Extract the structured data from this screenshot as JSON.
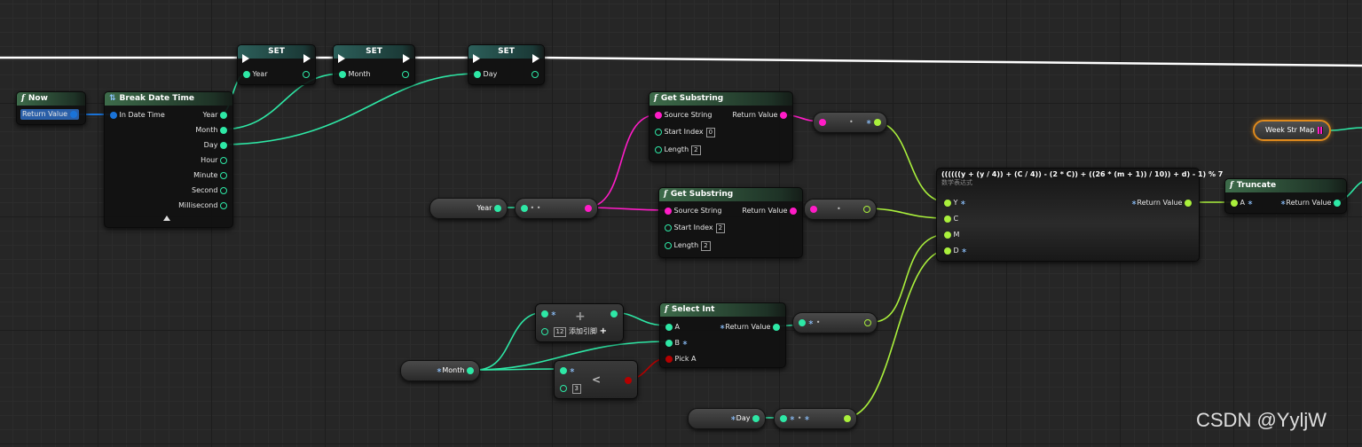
{
  "nodes": {
    "now": {
      "title": "Now",
      "return_label": "Return Value"
    },
    "break_date_time": {
      "title": "Break Date Time",
      "input": "In Date Time",
      "outputs": [
        "Year",
        "Month",
        "Day",
        "Hour",
        "Minute",
        "Second",
        "Millisecond"
      ]
    },
    "set_year": {
      "title": "SET",
      "var": "Year"
    },
    "set_month": {
      "title": "SET",
      "var": "Month"
    },
    "set_day": {
      "title": "SET",
      "var": "Day"
    },
    "get_substring_1": {
      "title": "Get Substring",
      "source": "Source String",
      "start": "Start Index",
      "start_value": "0",
      "length": "Length",
      "length_value": "2",
      "return_label": "Return Value"
    },
    "get_substring_2": {
      "title": "Get Substring",
      "source": "Source String",
      "start": "Start Index",
      "start_value": "2",
      "length": "Length",
      "length_value": "2",
      "return_label": "Return Value"
    },
    "math_expression": {
      "title": "((((((y + (y / 4)) + (C / 4)) - (2 * C)) + ((26 * (m + 1)) / 10)) + d) - 1) % 7",
      "subtitle": "数学表达式",
      "inputs": [
        "Y",
        "C",
        "M",
        "D"
      ],
      "return_label": "Return Value"
    },
    "truncate": {
      "title": "Truncate",
      "input": "A",
      "return_label": "Return Value"
    },
    "select_int": {
      "title": "Select Int",
      "inputs": [
        "A",
        "B",
        "Pick A"
      ],
      "return_label": "Return Value"
    },
    "add_node": {
      "value": "12",
      "add_pin_label": "添加引脚"
    },
    "less_node": {
      "value": "3",
      "op": "<"
    },
    "week_str_map": {
      "label": "Week Str Map"
    }
  },
  "variables": {
    "year": "Year",
    "month": "Month",
    "day": "Day"
  },
  "watermark": "CSDN @YyljW",
  "colors": {
    "exec": "#ffffff",
    "integer": "#2ee8a6",
    "string": "#ff1cc7",
    "float": "#aaf03c",
    "struct": "#1a73d8",
    "bool": "#b40000",
    "map_highlight": "#e08a1c"
  },
  "icons": [
    "function-icon",
    "struct-icon",
    "exec-pin-icon",
    "map-icon",
    "plus-icon"
  ]
}
